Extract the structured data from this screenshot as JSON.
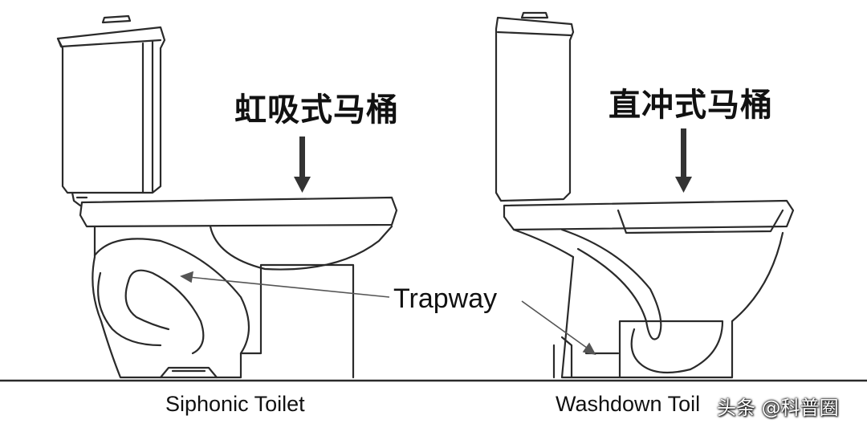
{
  "siphonic": {
    "title_cn": "虹吸式马桶",
    "caption_en": "Siphonic Toilet"
  },
  "washdown": {
    "title_cn": "直冲式马桶",
    "caption_en": "Washdown Toil"
  },
  "callout": {
    "label": "Trapway"
  },
  "watermark": {
    "text": "头条 @科普圈"
  },
  "colors": {
    "line": "#2a2a2a",
    "background": "#ffffff",
    "arrow": "#333333"
  }
}
